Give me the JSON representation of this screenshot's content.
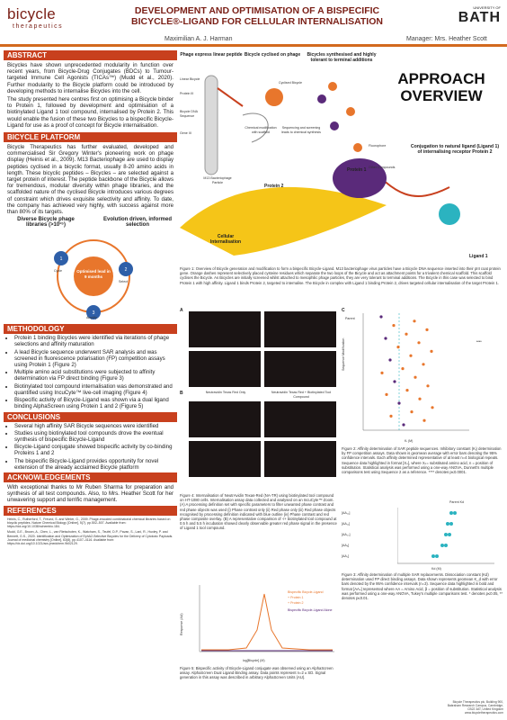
{
  "header": {
    "logo_word": "bicycle",
    "logo_sub": "therapeutics",
    "title_line1": "DEVELOPMENT AND OPTIMISATION OF A BISPECIFIC",
    "title_line2": "BICYCLE®-LIGAND FOR CELLULAR INTERNALISATION",
    "author": "Maximilian A. J. Harman",
    "manager": "Manager: Mrs. Heather Scott",
    "uni_line": "UNIVERSITY OF",
    "uni_name": "BATH"
  },
  "abstract": {
    "heading": "ABSTRACT",
    "p1": "Bicycles have shown unprecedented modularity in function over recent years, from Bicycle-Drug Conjugates (BDCs) to Tumour-targeted Immune Cell Agonists (TICAs™) (Mudd et al., 2020). Further modularity to the Bicycle platform could be introduced by developing methods to internalise Bicycles into the cell.",
    "p2": "The study presented here centres first on optimising a Bicycle binder to Protein 1, followed by development and optimisation of a biotinylated Ligand 1 tool compound, internalised by Protein 2. This would enable the fusion of these two Bicycles to a bispecific Bicycle-Ligand for use as a proof of concept for Bicycle internalisation."
  },
  "platform": {
    "heading": "BICYCLE PLATFORM",
    "p1": "Bicycle Therapeutics has further evaluated, developed and commercialised Sir Gregory Winter's pioneering work on phage display (Heinis et al., 2009). M13 Bacteriophage are used to display peptides cyclised in a bicyclic format, usually 8-20 amino acids in length. These bicyclic peptides – Bicycles – are selected against a target protein of interest. The peptide backbone of the Bicycle allows for tremendous, modular diversity within phage libraries, and the scaffolded nature of the cyclised Bicycle introduces various degrees of constraint which drives exquisite selectivity and affinity. To date, the company has achieved very highly, with success against more than 80% of its targets.",
    "diverse": "Diverse Bicycle phage libraries (>10¹⁵)",
    "evolution": "Evolution driven, informed selection",
    "cycle_center": "Optimised lead in 9 months",
    "cycle_steps": [
      "Cycle",
      "Select",
      "Amplify"
    ]
  },
  "methodology": {
    "heading": "METHODOLOGY",
    "items": [
      "Protein 1 binding Bicycles were identified via iterations of phage selections and affinity maturation",
      "A lead Bicycle sequence underwent SAR analysis and was screened in fluorescence polarisation (FP) competition assays using Protein 1 (Figure 2)",
      "Multiple amino acid substitutions were subjected to affinity determination via FP direct binding (Figure 3)",
      "Biotinylated tool compound internalisation was demonstrated and quantified using IncuCyte™ live-cell imaging (Figure 4)",
      "Bispecific activity of Bicycle-Ligand was shown via a dual ligand binding AlphaScreen using Protein 1 and 2 (Figure 5)"
    ]
  },
  "conclusions": {
    "heading": "CONCLUSIONS",
    "items": [
      "Several high affinity SAR Bicycle sequences were identified",
      "Studies using biotinylated tool compounds drove the eventual synthesis of bispecific Bicycle-Ligand",
      "Bicycle-Ligand conjugate showed bispecific activity by co-binding Proteins 1 and 2",
      "The bispecific Bicycle-Ligand provides opportunity for novel extension of the already acclaimed Bicycle platform"
    ]
  },
  "acknowledgements": {
    "heading": "ACKNOWLEDGEMENTS",
    "text": "With exceptional thanks to Mr Ruben Sharma for preparation and synthesis of all test compounds. Also, to Mrs. Heather Scott for her unwavering support and terrific management."
  },
  "references": {
    "heading": "REFERENCES",
    "items": [
      "Heinis, C., Rutherford, T., Freund, S. and Winter, G., 2009. Phage-encoded combinatorial chemical libraries based on bicyclic peptides. Nature Chemical Biology [Online], 5(7), pp.502–507. Available from: https://doi.org/10.1038/nchembio.184.",
      "Mudd, G.E., Brown, A., Chen, L., van Rietschoten, K., Watcham, S., Teufel, D.P., Pavan, S., Lani, R., Huxley, P. and Bennett, G.S., 2020. Identification and Optimization of EphA2-Selective Bicycles for the Delivery of Cytotoxic Payloads. Journal of medicinal chemistry [Online], 63(8), pp.4107–4116. Available from: https://dx.doi.org/10.1021/acs.jmedchem.9b02129."
    ]
  },
  "overview": {
    "step1": "Phage express linear peptide",
    "step2": "Bicycle cyclised on phage",
    "step3": "Bicycles synthesised and highly tolerant to terminal additions",
    "big_title": "APPROACH OVERVIEW",
    "lbl_linear": "Linear Bicycle",
    "lbl_protein3": "Protein III",
    "lbl_dna": "Bicycle DNA Sequence",
    "lbl_gene3": "Gene III",
    "lbl_m13": "M13 Bacteriophage Particle",
    "lbl_cyclised": "Cyclised Bicycle",
    "lbl_chem": "Chemical modification with scaffold",
    "lbl_seq": "Sequencing and screening leads to chemical synthesis",
    "lbl_fluoro": "Fluorophore",
    "lbl_other": "Other Compounds",
    "conj": "Conjugation to natural ligand (Ligand 1) of internalising receptor Protein 2",
    "protein2": "Protein 2",
    "protein1": "Protein 1",
    "ligand1": "Ligand 1",
    "cellular": "Cellular Internalisation",
    "fig1_caption": "Figure 1: Overview of Bicycle generation and modification to form a bispecific Bicycle-Ligand. M13 bacteriophage virus particles have a Bicycle DNA sequence inserted into their pIII coat protein gene. Orange dashes represent selectively placed cysteine residues which separate the two loops of the Bicycle and act as attachment points for a trivalent chemical scaffold. This scaffold cyclises the Bicycle. As Bicycles are initially screened whilst attached to mesophilic phage particles, they are very tolerant to terminal additions. The Bicycle in this case was selected to bind Protein 1 with high affinity. Ligand 1 binds Protein 2, targeted to internalise. The Bicycle in complex with Ligand 1 binding Protein 2, drives targeted cellular internalisation of the target Protein 1."
  },
  "fig4": {
    "panel_a": "A",
    "panel_b": "B",
    "panel_c": "C",
    "sub1": "Neutravidin Texas Red Only",
    "sub2": "Neutravidin Texas Red + Biotinylated Tool Compound",
    "caption": "Figure 4: Internalisation of NeutrAvidin Texas-Red (NA-TR) using biotinylated tool compound on HT-1080 cells. Internalisation assay data collected and analysed on an IncuCyte™ Zoom. (A) A processing definition set with specific parameters to filter unwanted phase contrast and red phase objects was used (i) Phase contrast only (ii) Red phase only (iii) Red phase objects recognised by processing definition indicated with blue outline (iv) Phase contrast and red phase composite overlay. (B) A representative comparison of -/+ biotinylated tool compound at 0.5 h and 5.5 h incubation showed clearly observable greater red phase signal in the presence of Ligand 1 tool compound."
  },
  "fig2": {
    "caption": "Figure 2: Affinity determination of SAR peptide sequences. Inhibitory constant (Kᵢ) determination by FP competition assays. Data shown is geomean average with error bars denoting the 95% confidence intervals. Each affinity determined representative of at least n=4 biological repeats. Sequence data highlighted in format [Xₙ], where Xₙ= substituted amino acid, n = position of substitution. Statistical analysis was performed using a one-way ANOVA, Dunnett's multiple comparisons test using Sequence 2 as a reference. **** denotes p≤0.0001.",
    "xlabel": "Kᵢ (M)",
    "ylabel": "Sequence Modification",
    "parent": "Parent",
    "sig": "****"
  },
  "fig3": {
    "caption": "Figure 3: Affinity determination of multiple SAR replacements. Dissociation constant (Kd) determination used FP direct binding assays. Data shown represents geomean K_d with error bars denoted by the 95% confidence intervals (n=3). Sequence data highlighted in bold and format [AAₙ] represented where AA = Amino Acid, β = position of substitution. Statistical analysis was performed using a one-way ANOVA, Tukey's multiple comparisons test. * denotes p≤0.05, ** denotes p≤0.01.",
    "parent": "Parent Kd",
    "xlabel": "Kd (M)",
    "rows": [
      "[AA₁₂]",
      "[AA₁₁]",
      "[AA₁₀]",
      "[AA₉]",
      "[AA₁]"
    ]
  },
  "fig5": {
    "ylabel": "Response (AU)",
    "xlabel": "log[Bicycle] (M)",
    "legend": [
      "Bispecific Bicycle-Ligand",
      "+ Protein 1",
      "+ Protein 2",
      "Bispecific Bicycle-Ligand Alone"
    ],
    "caption": "Figure 5: Bispecific activity of Bicycle-Ligand conjugate was observed using an AlphaScreen assay. AlphaScreen Dual Ligand Binding assay. Data points represent n=2 ± SD. Signal generation in this assay was described in arbitrary AlphaScreen Units (AU)."
  },
  "footer": {
    "lines": [
      "Bicycle Therapeutics plc, Building 900,",
      "Babraham Research Campus, Cambridge,",
      "CB22 3AT, United Kingdom",
      "www.bicycletherapeutics.com"
    ]
  },
  "colors": {
    "accent": "#c8401e",
    "title": "#7a1f16",
    "orange": "#e8762c",
    "purple": "#5a2a7a",
    "yellow": "#f5c518",
    "teal": "#2bb3c0"
  }
}
